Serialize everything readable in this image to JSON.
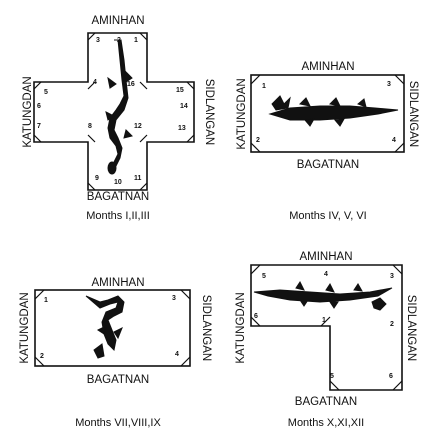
{
  "directions": {
    "north": "AMINHAN",
    "south": "BAGATNAN",
    "west": "KATUNGDAN",
    "east": "SIDLANGAN"
  },
  "panels": [
    {
      "caption": "Months I,II,III",
      "numbers": [
        "1",
        "2",
        "3",
        "4",
        "5",
        "6",
        "7",
        "8",
        "9",
        "10",
        "11",
        "12",
        "13",
        "14",
        "15",
        "16",
        "17",
        "18"
      ]
    },
    {
      "caption": "Months IV, V, VI",
      "numbers": [
        "1",
        "2",
        "3",
        "4"
      ]
    },
    {
      "caption": "Months VII,VIII,IX",
      "numbers": [
        "1",
        "2",
        "3",
        "4"
      ]
    },
    {
      "caption": "Months X,XI,XII",
      "numbers": [
        "1",
        "2",
        "3",
        "4",
        "5",
        "6"
      ]
    }
  ],
  "icons": [
    "naga-serpent-icon"
  ]
}
